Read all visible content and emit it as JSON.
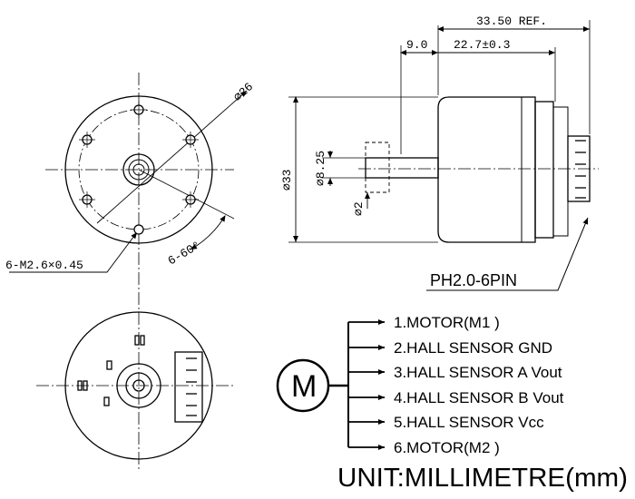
{
  "front_view": {
    "diameter_label": "⌀26",
    "thread_label": "6-M2.6×0.45",
    "angle_label": "6-60°"
  },
  "side_view": {
    "overall_length_label": "33.50 REF.",
    "shaft_length_label": "9.0",
    "body_length_label": "22.7±0.3",
    "body_diameter_label": "⌀33",
    "shaft_flat_label": "⌀8.25",
    "shaft_diameter_label": "⌀2",
    "connector_label": "PH2.0-6PIN"
  },
  "pinout": {
    "symbol_letter": "M",
    "pins": [
      "1.MOTOR(M1 )",
      "2.HALL SENSOR GND",
      "3.HALL SENSOR A Vout",
      "4.HALL SENSOR B Vout",
      "5.HALL SENSOR Vcc",
      "6.MOTOR(M2 )"
    ]
  },
  "unit_label": "UNIT:MILLIMETRE(mm)"
}
